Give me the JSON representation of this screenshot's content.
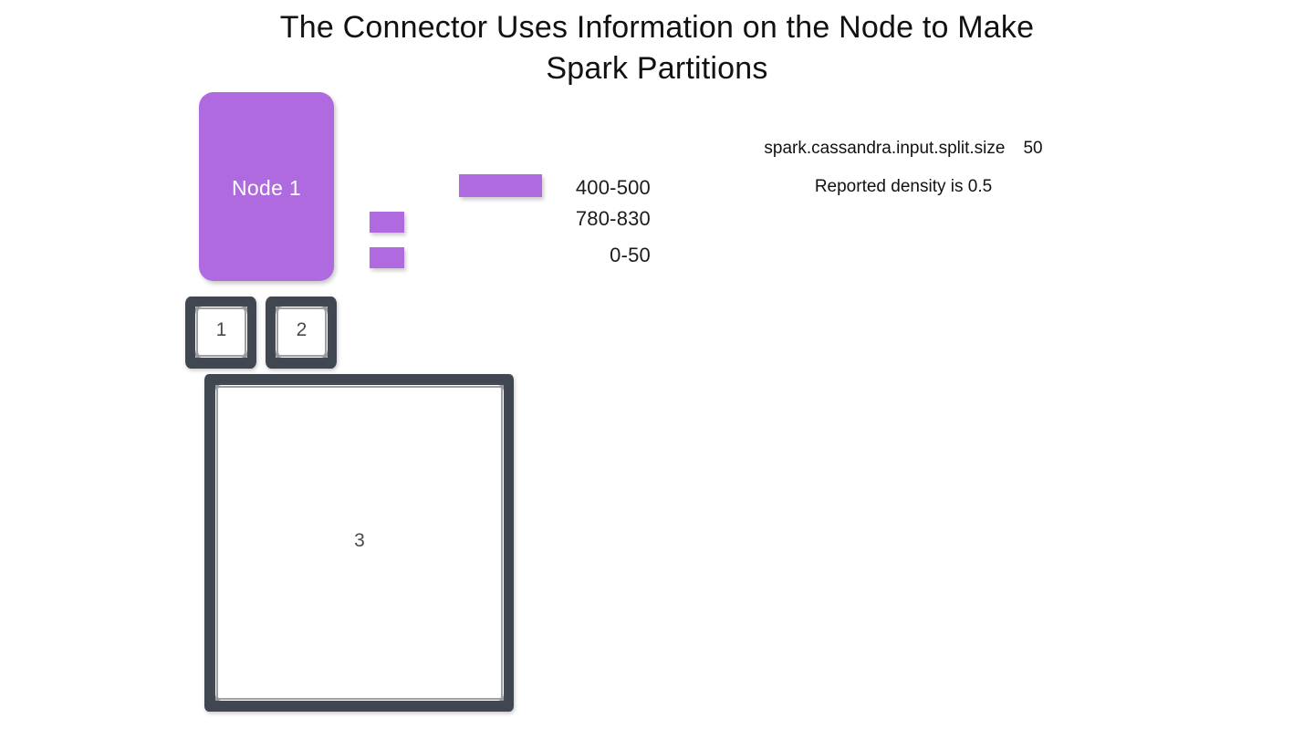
{
  "slide": {
    "title": "The Connector Uses Information on the Node to Make\nSpark Partitions"
  },
  "node": {
    "label": "Node 1"
  },
  "token_ranges": [
    {
      "label": "400-500"
    },
    {
      "label": "780-830"
    },
    {
      "label": "0-50"
    }
  ],
  "notes": {
    "config_key": "spark.cassandra.input.split.size",
    "config_value": "50",
    "density": "Reported density is 0.5"
  },
  "partitions": [
    {
      "label": "1"
    },
    {
      "label": "2"
    },
    {
      "label": "3"
    }
  ],
  "colors": {
    "node_purple": "#b06ae0",
    "sketch_border": "#414751",
    "text": "#1a1a1a",
    "background": "#ffffff"
  }
}
